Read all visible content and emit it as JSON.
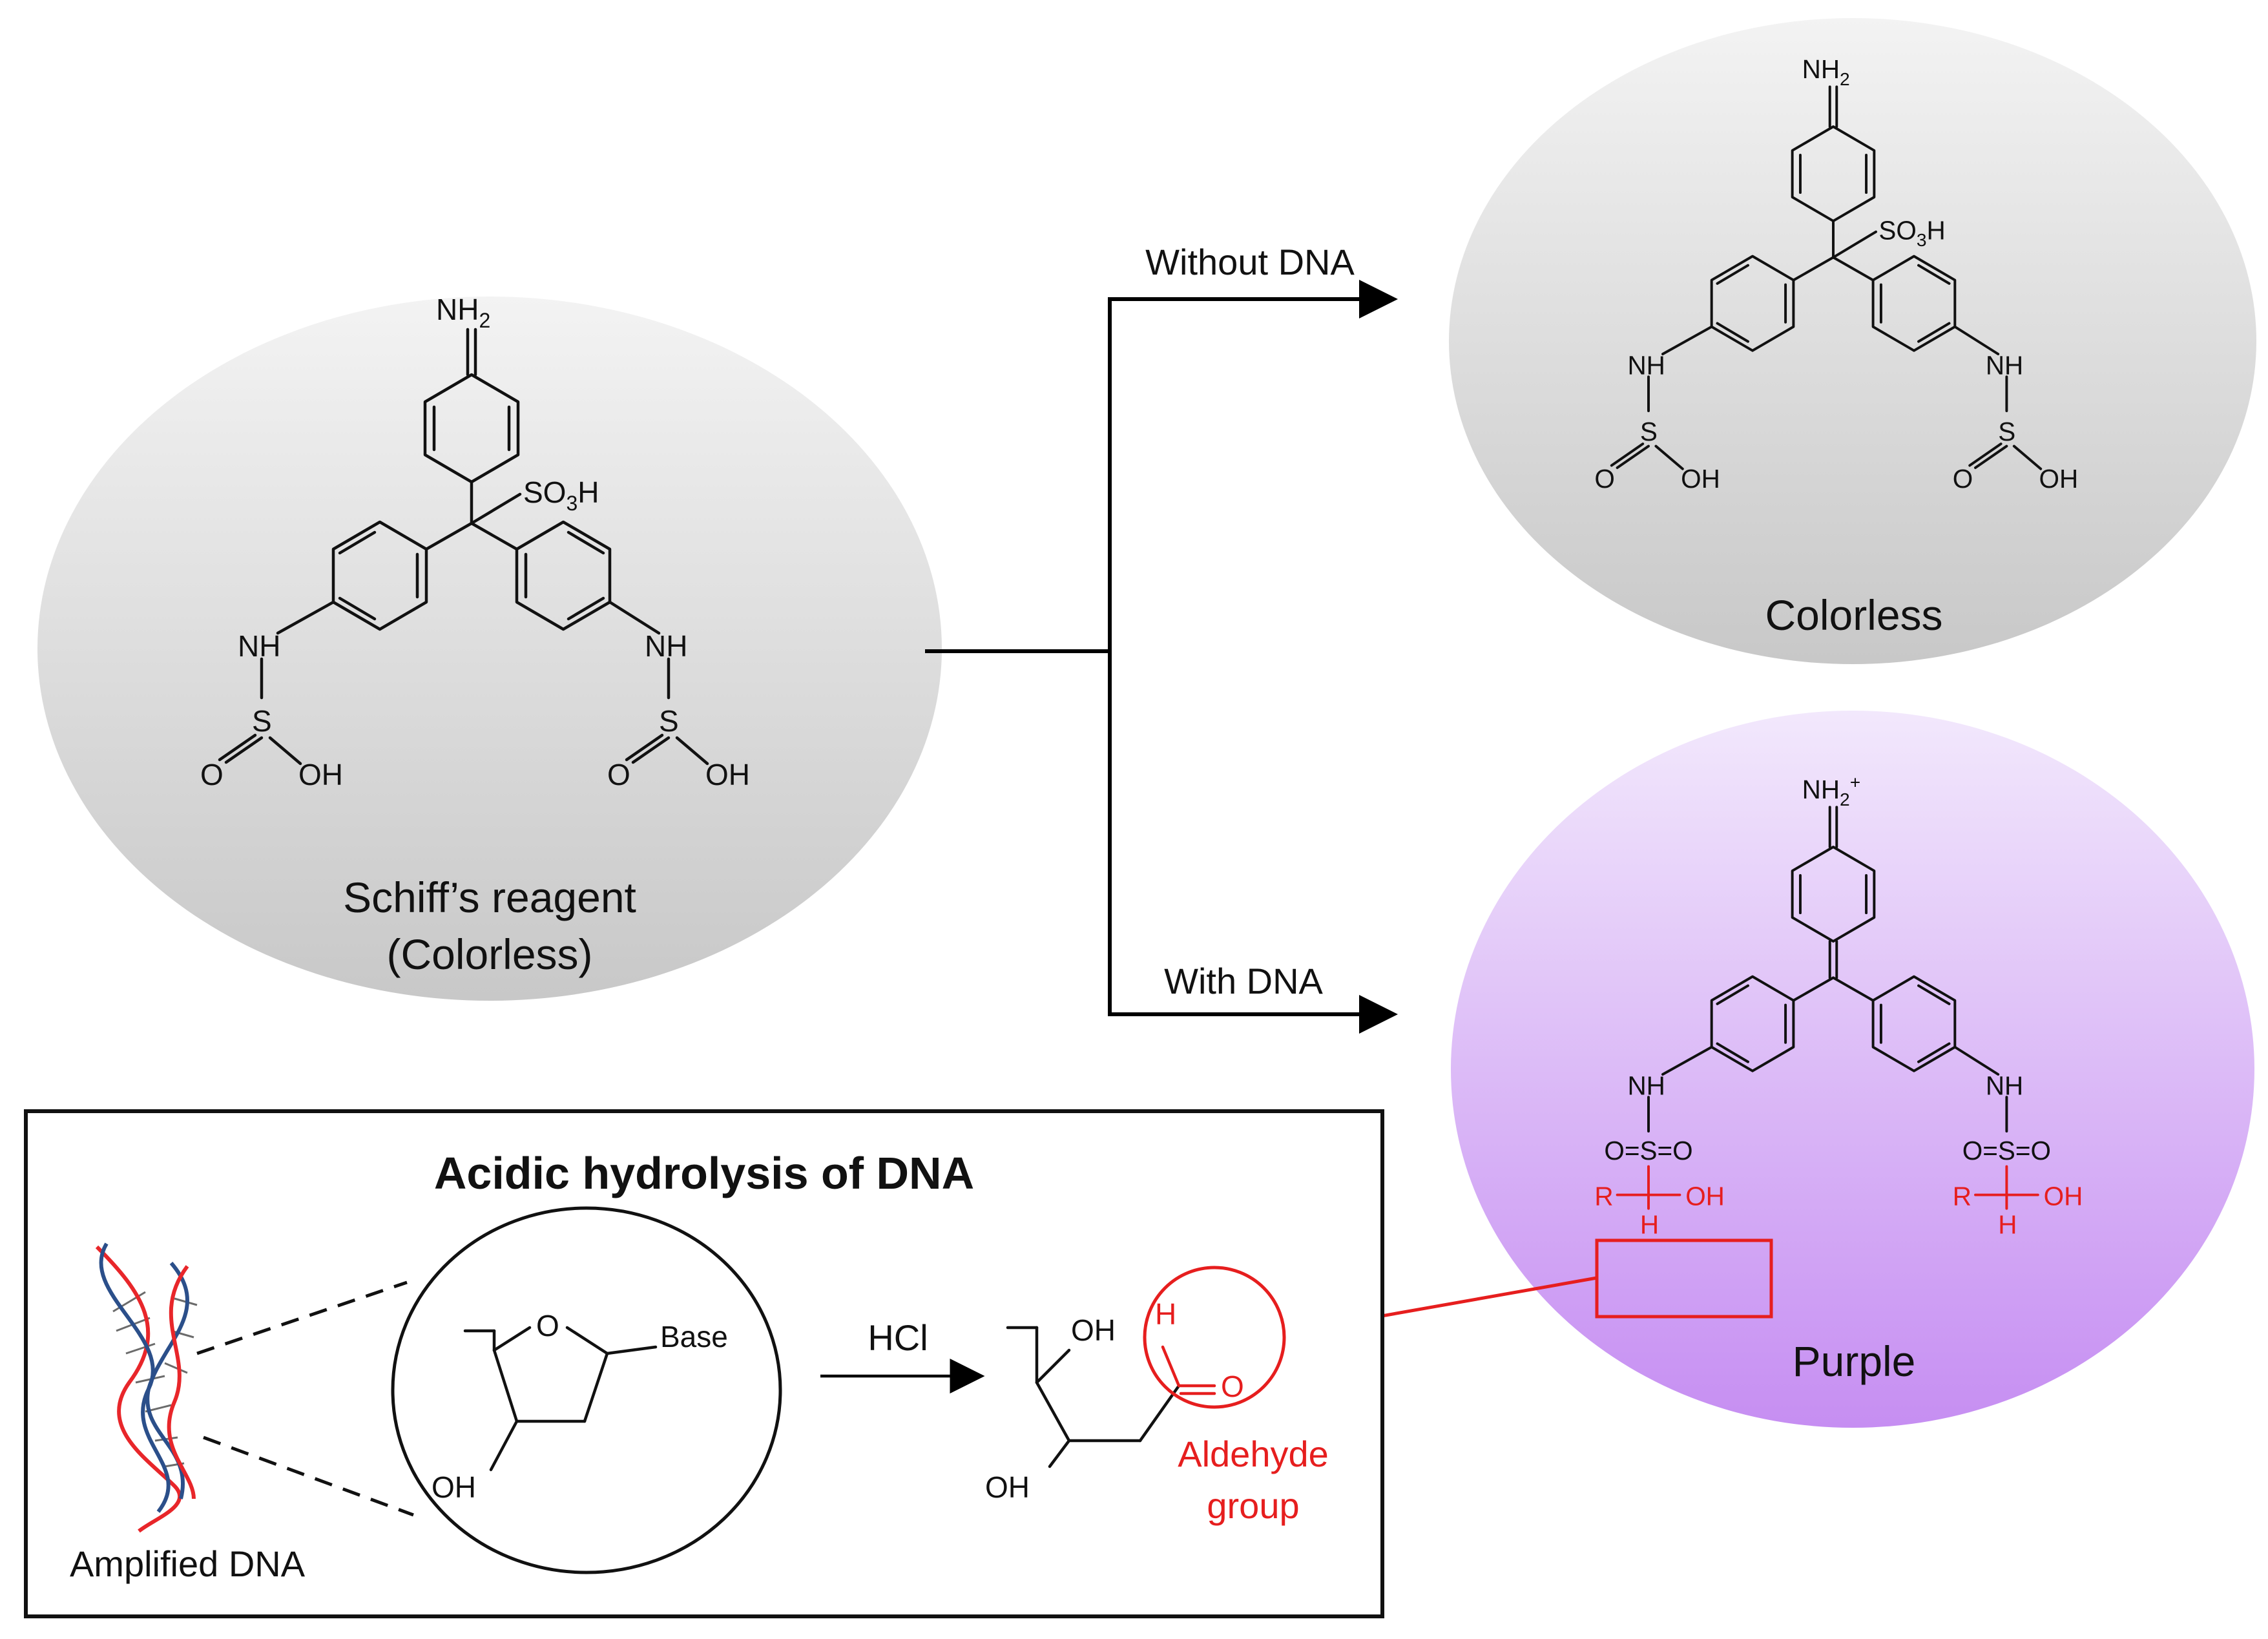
{
  "reagent": {
    "name": "Schiff’s reagent",
    "state": "(Colorless)",
    "molecule": {
      "top_group": "NH",
      "top_sub": "2",
      "center_group_a": "SO",
      "center_group_sub": "3",
      "center_group_b": "H",
      "nh": "NH",
      "s": "S",
      "o": "O",
      "oh": "OH"
    }
  },
  "branches": {
    "without": "Without DNA",
    "with": "With DNA"
  },
  "product_colorless": {
    "label": "Colorless"
  },
  "product_purple": {
    "label": "Purple",
    "top_group": "NH",
    "top_sub": "2",
    "top_charge": "+",
    "bridge": "O=S=O",
    "r": "R",
    "h": "H",
    "oh": "OH"
  },
  "hydrolysis_panel": {
    "title": "Acidic hydrolysis of DNA",
    "dna_label": "Amplified DNA",
    "ring_o": "O",
    "ring_base": "Base",
    "ring_oh": "OH",
    "reagent": "HCl",
    "product_oh1": "OH",
    "product_oh2": "OH",
    "aldehyde_h": "H",
    "aldehyde_o": "O",
    "aldehyde_label_1": "Aldehyde",
    "aldehyde_label_2": "group"
  },
  "colors": {
    "highlight": "#e61e1e",
    "gray_top": "#f2f2f2",
    "gray_bottom": "#c9c9c9",
    "purple_top": "#f0e4fb",
    "purple_bottom": "#c890f2",
    "dna_red": "#e8262a",
    "dna_blue": "#2b4f8a"
  },
  "icons": [
    "dna-helix-icon"
  ]
}
